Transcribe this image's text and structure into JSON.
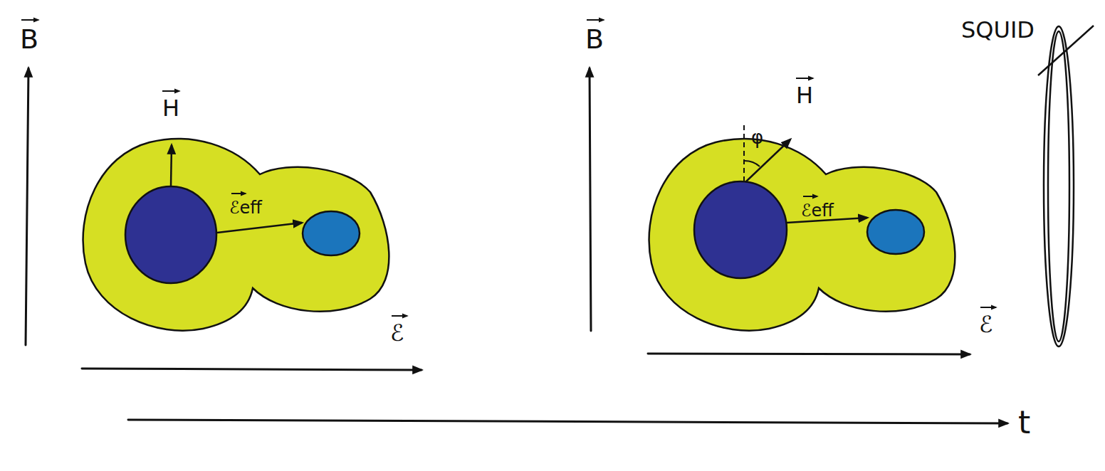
{
  "diagram": {
    "labels": [
      "B",
      "H",
      "ℰeff",
      "ℰ",
      "B",
      "φ",
      "H",
      "ℰeff",
      "ℰ",
      "SQUID",
      "t"
    ]
  }
}
